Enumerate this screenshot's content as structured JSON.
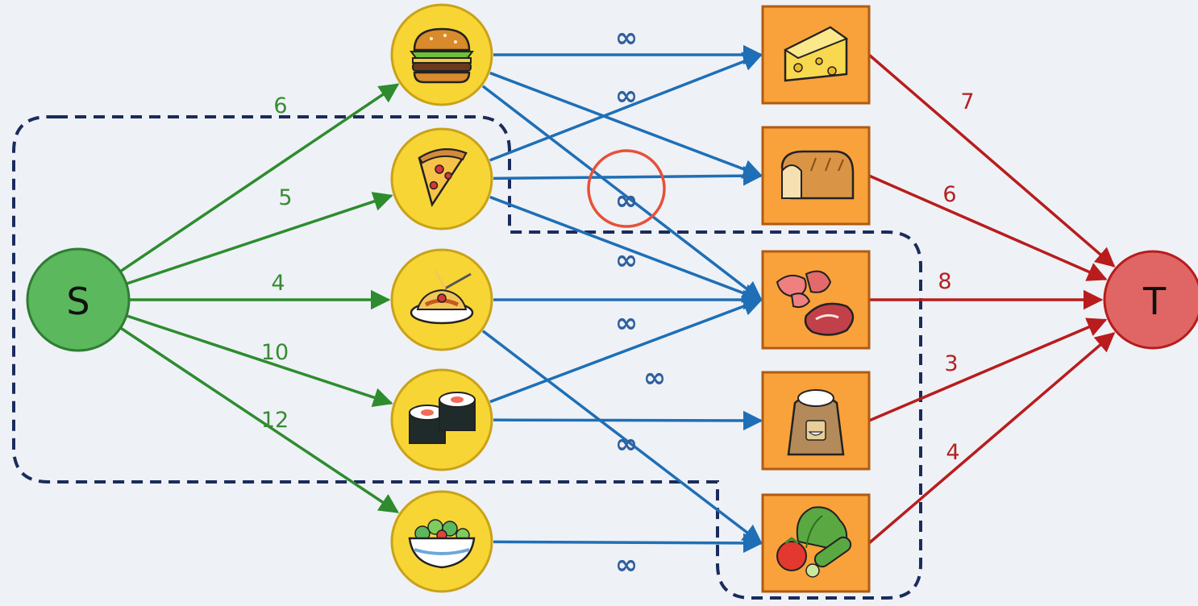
{
  "source": {
    "label": "S",
    "color": "#5cb85c"
  },
  "sink": {
    "label": "T",
    "color": "#e06666"
  },
  "colors": {
    "source_edge": "#2e8b2e",
    "middle_edge": "#1e6fb5",
    "sink_edge": "#b81c1c",
    "dish_fill": "#f7d535",
    "ingredient_fill": "#f9a23b",
    "cut": "#1b2c5c",
    "highlight": "#e8503a"
  },
  "dishes": [
    {
      "id": "burger",
      "icon": "burger-icon",
      "source_capacity": "6"
    },
    {
      "id": "pizza",
      "icon": "pizza-slice-icon",
      "source_capacity": "5"
    },
    {
      "id": "spaghetti",
      "icon": "spaghetti-icon",
      "source_capacity": "4"
    },
    {
      "id": "sushi",
      "icon": "sushi-roll-icon",
      "source_capacity": "10"
    },
    {
      "id": "salad",
      "icon": "salad-bowl-icon",
      "source_capacity": "12"
    }
  ],
  "ingredients": [
    {
      "id": "cheese",
      "icon": "cheese-icon",
      "sink_capacity": "7"
    },
    {
      "id": "bread",
      "icon": "bread-loaf-icon",
      "sink_capacity": "6"
    },
    {
      "id": "meat",
      "icon": "meat-icon",
      "sink_capacity": "8"
    },
    {
      "id": "rice",
      "icon": "rice-sack-icon",
      "sink_capacity": "3"
    },
    {
      "id": "vegetables",
      "icon": "vegetables-icon",
      "sink_capacity": "4"
    }
  ],
  "middle_edges": [
    {
      "from": "burger",
      "to": "cheese"
    },
    {
      "from": "burger",
      "to": "bread"
    },
    {
      "from": "burger",
      "to": "meat"
    },
    {
      "from": "pizza",
      "to": "cheese"
    },
    {
      "from": "pizza",
      "to": "bread"
    },
    {
      "from": "pizza",
      "to": "meat"
    },
    {
      "from": "spaghetti",
      "to": "meat"
    },
    {
      "from": "spaghetti",
      "to": "vegetables"
    },
    {
      "from": "sushi",
      "to": "meat"
    },
    {
      "from": "sushi",
      "to": "rice"
    },
    {
      "from": "salad",
      "to": "vegetables"
    }
  ],
  "infinity_labels": [
    "∞",
    "∞",
    "∞",
    "∞",
    "∞",
    "∞",
    "∞",
    "∞",
    "∞"
  ],
  "highlighted_label_index": 2
}
